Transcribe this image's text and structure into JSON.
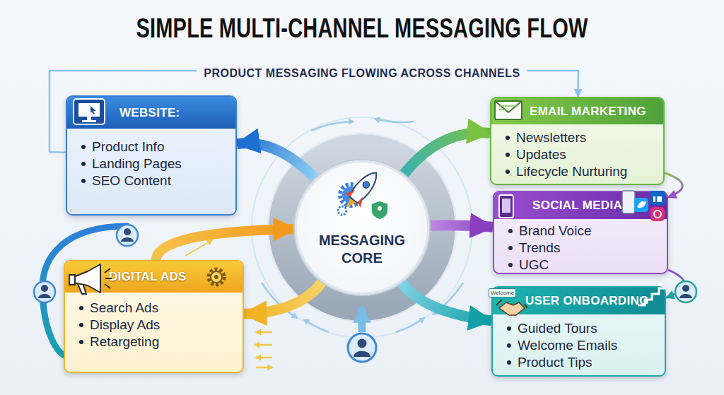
{
  "diagram": {
    "title": "SIMPLE MULTI-CHANNEL MESSAGING FLOW",
    "nodes": [
      {
        "text": [
          "WEBSITE:",
          "Product Info",
          "Landing Pages",
          "SEO Content"
        ]
      },
      {
        "text": [
          "EMAIL MARKETING",
          "Newsletters",
          "Updates",
          "Lifecycle Nurturing"
        ]
      },
      {
        "text": [
          "MESSAGING CORE"
        ]
      },
      {
        "text": [
          "SOCIAL MEDIA",
          "Brand Voice",
          "Trends",
          "UGC"
        ]
      },
      {
        "text": [
          "DIGITAL ADS",
          "Search Ads",
          "Display Ads",
          "Retargeting"
        ]
      },
      {
        "text": [
          "USER ONBOARDING",
          "Guided Tours",
          "Welcome Emails",
          "Product Tips"
        ]
      }
    ],
    "edges": [
      {
        "from": 0,
        "to": 1,
        "label": "PRODUCT MESSAGING FLOWING ACROSS CHANNELS",
        "arrow": "to"
      },
      {
        "from": 2,
        "to": 0,
        "arrow": "to"
      },
      {
        "from": 2,
        "to": 1,
        "arrow": "to"
      },
      {
        "from": 2,
        "to": 3,
        "arrow": "to"
      },
      {
        "from": 2,
        "to": 5,
        "arrow": "to"
      },
      {
        "from": 2,
        "to": 4,
        "arrow": "to"
      },
      {
        "from": 4,
        "to": 2,
        "arrow": "to"
      },
      {
        "from": 1,
        "to": 3,
        "arrow": "to"
      },
      {
        "from": 3,
        "to": 5,
        "arrow": "to"
      }
    ],
    "labels": [
      "Welcome"
    ]
  }
}
